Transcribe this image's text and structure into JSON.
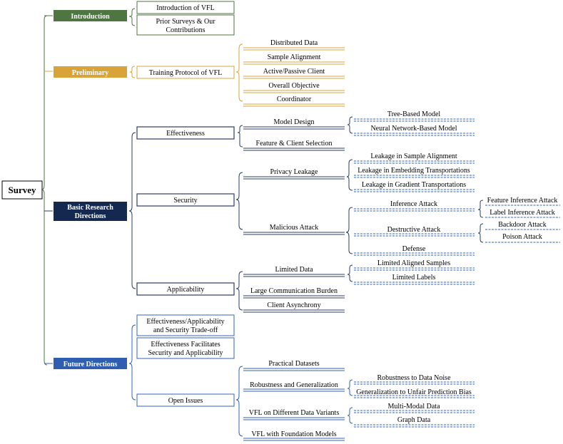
{
  "root": "Survey",
  "colors": {
    "introduction": "#4f7543",
    "preliminary": "#d8a43a",
    "basic": "#142850",
    "future": "#2f5db0",
    "basic_line": "#2c3e66",
    "future_line": "#3563b8"
  },
  "categories": {
    "introduction": "Introduction",
    "preliminary": "Preliminary",
    "basic_line1": "Basic Research",
    "basic_line2": "Directions",
    "future": "Future Directions"
  },
  "introduction": {
    "items": [
      "Introduction of VFL",
      "Prior Surveys & Our",
      "Contributions"
    ]
  },
  "preliminary": {
    "box": "Training Protocol of VFL",
    "items": [
      "Distributed Data",
      "Sample Alignment",
      "Active/Passive Client",
      "Overall Objective",
      "Coordinator"
    ]
  },
  "basic": {
    "effectiveness": {
      "label": "Effectiveness",
      "model_design": "Model Design",
      "tree": "Tree-Based Model",
      "nn": "Neural Network-Based Model",
      "feature_client": "Feature & Client Selection"
    },
    "security": {
      "label": "Security",
      "privacy": "Privacy Leakage",
      "leak_align": "Leakage in Sample Alignment",
      "leak_embed": "Leakage in Embedding Transportations",
      "leak_grad": "Leakage in Gradient Transportations",
      "malicious": "Malicious Attack",
      "inference": "Inference Attack",
      "feat_inf": "Feature Inference Attack",
      "label_inf": "Label Inference Attack",
      "destructive": "Destructive Attack",
      "backdoor": "Backdoor Attack",
      "poison": "Poison Attack",
      "defense": "Defense"
    },
    "applicability": {
      "label": "Applicability",
      "limited_data": "Limited Data",
      "limited_aligned": "Limited Aligned Samples",
      "limited_labels": "Limited Labels",
      "comm": "Large Communication Burden",
      "async": "Client Asynchrony"
    }
  },
  "future": {
    "tradeoff_1": "Effectiveness/Applicability",
    "tradeoff_2": "and Security Trade-off",
    "facilitates_1": "Effectiveness Facilitates",
    "facilitates_2": "Security and Applicability",
    "open": "Open Issues",
    "practical": "Practical Datasets",
    "robust_gen": "Robustness and Generalization",
    "noise": "Robustness to Data Noise",
    "unfair": "Generalization to Unfair Prediction Bias",
    "variants": "VFL on Different  Data Variants",
    "multimodal": "Multi-Modal Data",
    "graph": "Graph Data",
    "foundation": "VFL with Foundation Models"
  }
}
